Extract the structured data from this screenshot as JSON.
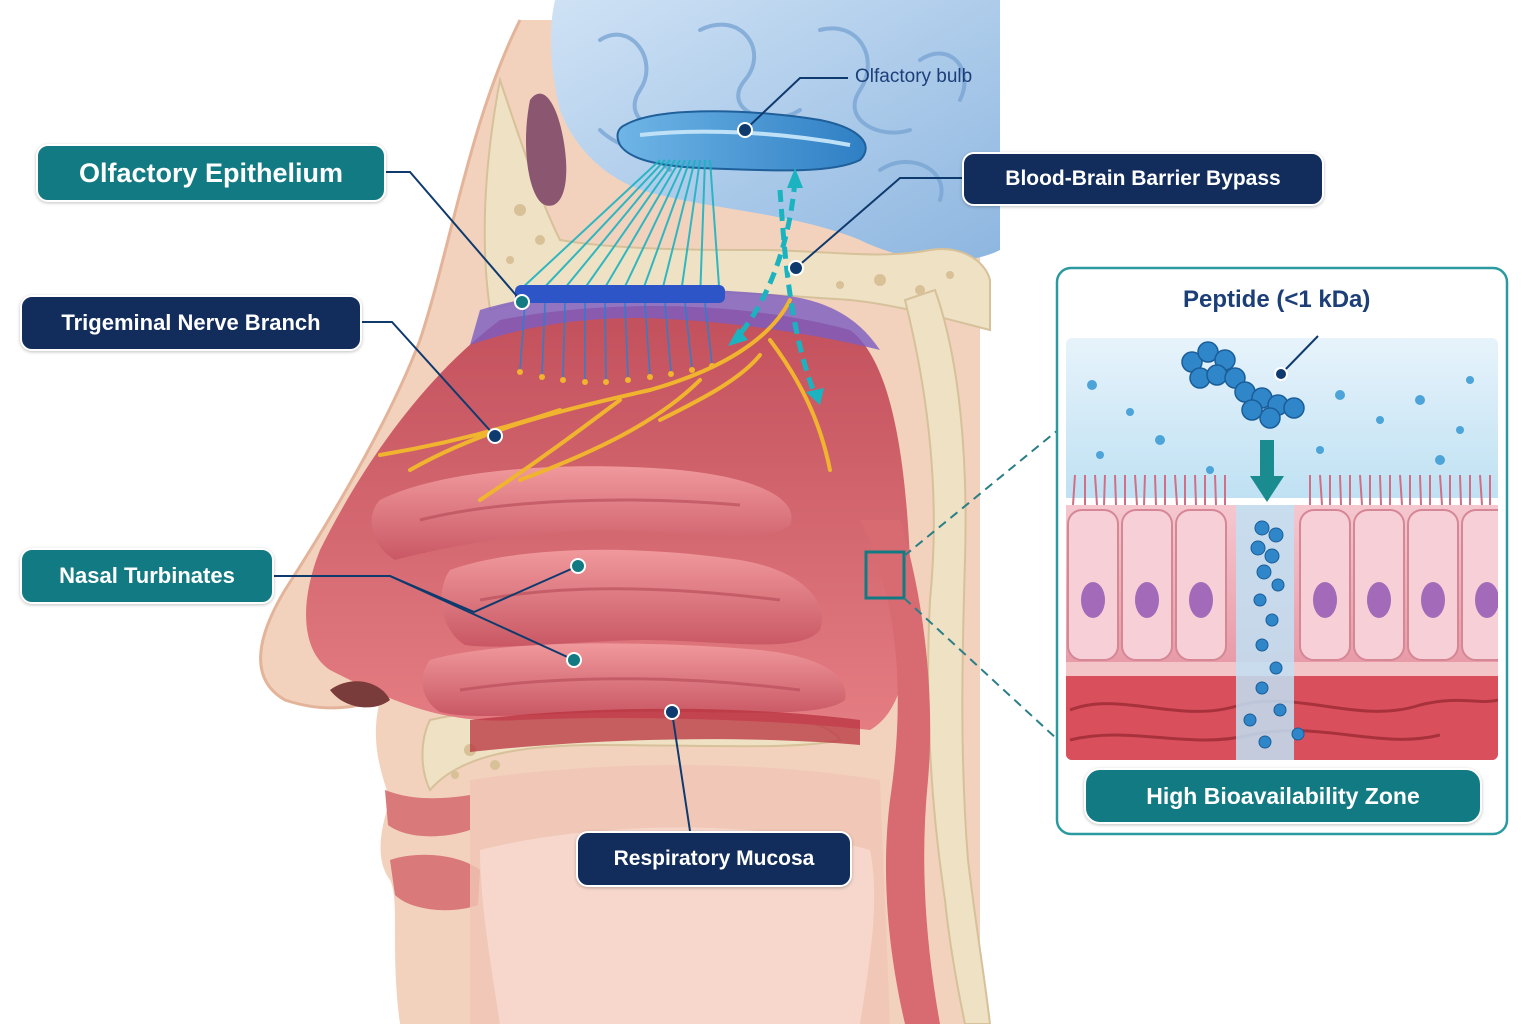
{
  "labels": {
    "olfactory_epithelium": "Olfactory Epithelium",
    "olfactory_bulb": "Olfactory bulb",
    "blood_brain_barrier": "Blood-Brain Barrier Bypass",
    "trigeminal_nerve": "Trigeminal Nerve Branch",
    "nasal_turbinates": "Nasal Turbinates",
    "respiratory_mucosa": "Respiratory Mucosa",
    "peptide": "Peptide (<1 kDa)",
    "high_bioavailability": "High Bioavailability Zone"
  },
  "colors": {
    "teal_label": "#127a82",
    "navy_label": "#122c5c",
    "skin": "#f3d2bd",
    "mucosa": "#d9646c",
    "bone": "#efe1c4",
    "brain": "#a9c9e8",
    "nerve": "#f0b42e",
    "panel_border": "#2a9aa0"
  },
  "icons": [
    "neuron-fiber-icon",
    "peptide-cluster-icon",
    "down-arrow-icon",
    "epithelial-cell-icon"
  ]
}
